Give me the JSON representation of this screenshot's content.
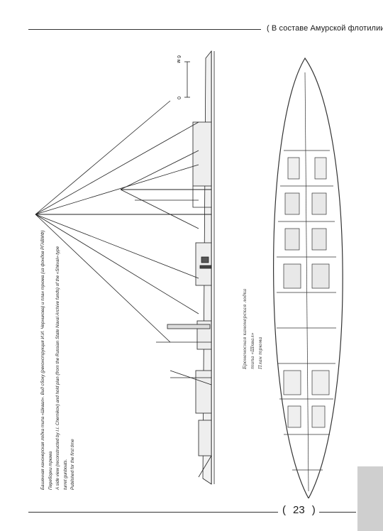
{
  "header": {
    "title": "( В составе Амурской флотилии )"
  },
  "footer": {
    "open_paren": "(",
    "page_number": "23",
    "close_paren": ")"
  },
  "caption": {
    "ru_line1": "Башенная канонерская лодка типа «Шквал». Вид сбоку (реконструкция И.И. Черникова) и план трюма (из фондов РГАВМФ)",
    "ru_line2": "Переборки трюма",
    "en_line1": "A side view (reconstructed by I.I. Chernikov) and hold plan (from the Russian State Naval Archive funds) of the «Shkval»-type",
    "en_line2": "turret gunboats.",
    "en_line3": "Published for the first time"
  },
  "stamp": {
    "line1": "Броненосная канонерская лодка",
    "line2": "типа «Шквал»",
    "line3": "План трюма"
  },
  "scale": {
    "zero": "0",
    "max": "6 м"
  }
}
